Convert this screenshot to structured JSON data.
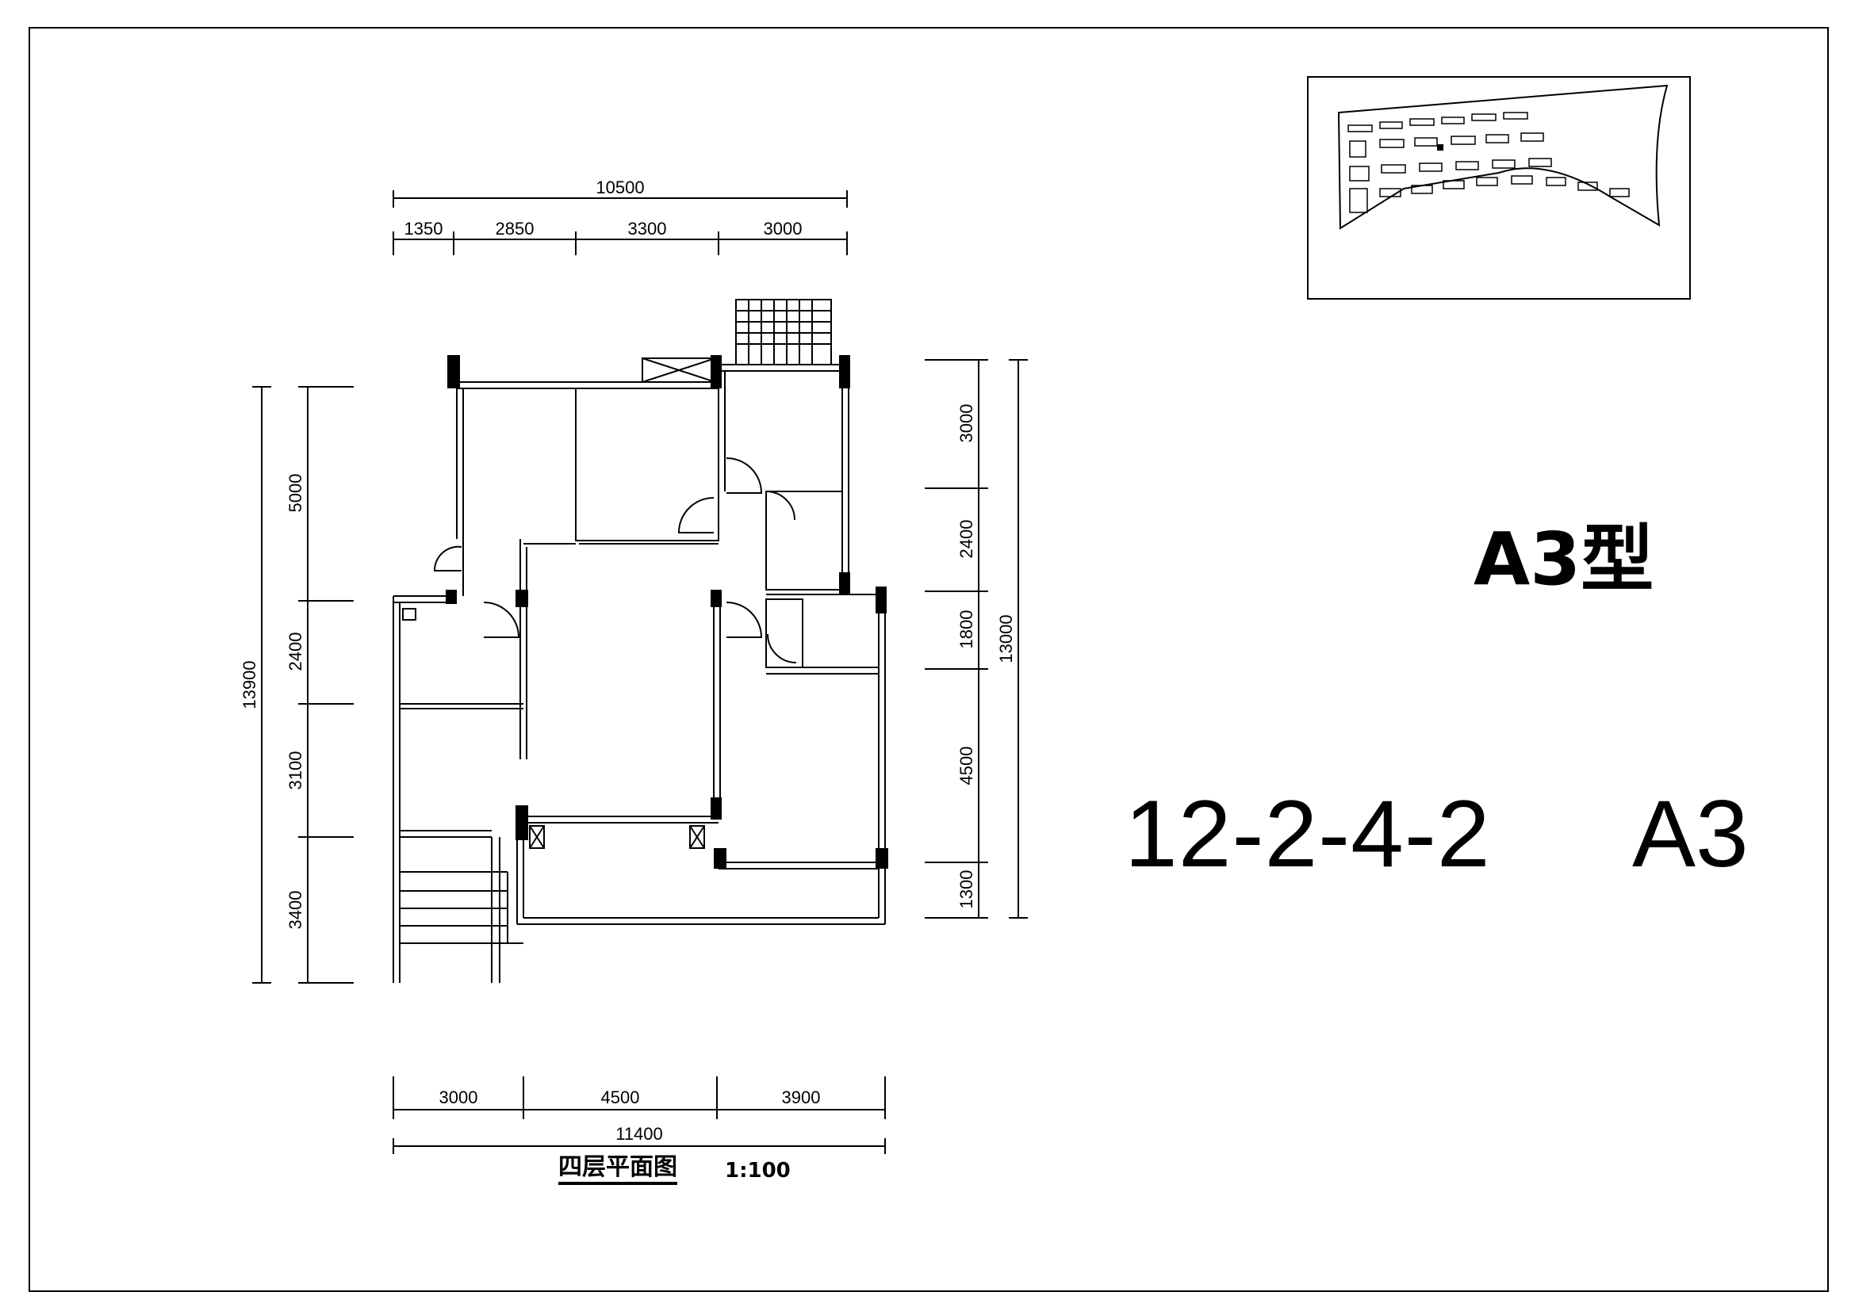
{
  "title": {
    "type_label": "A3型",
    "unit_number": "12-2-4-2",
    "unit_type": "A3"
  },
  "caption": {
    "name": "四层平面图",
    "scale": "1:100"
  },
  "dimensions": {
    "top_total": "10500",
    "top_segments": [
      "1350",
      "2850",
      "3300",
      "3000"
    ],
    "bottom_segments": [
      "3000",
      "4500",
      "3900"
    ],
    "bottom_total": "11400",
    "left_total": "13900",
    "left_segments": [
      "5000",
      "2400",
      "3100",
      "3400"
    ],
    "right_total": "13000",
    "right_segments": [
      "3000",
      "2400",
      "1800",
      "4500",
      "1300"
    ]
  },
  "colors": {
    "line": "#000000",
    "background": "#ffffff"
  }
}
